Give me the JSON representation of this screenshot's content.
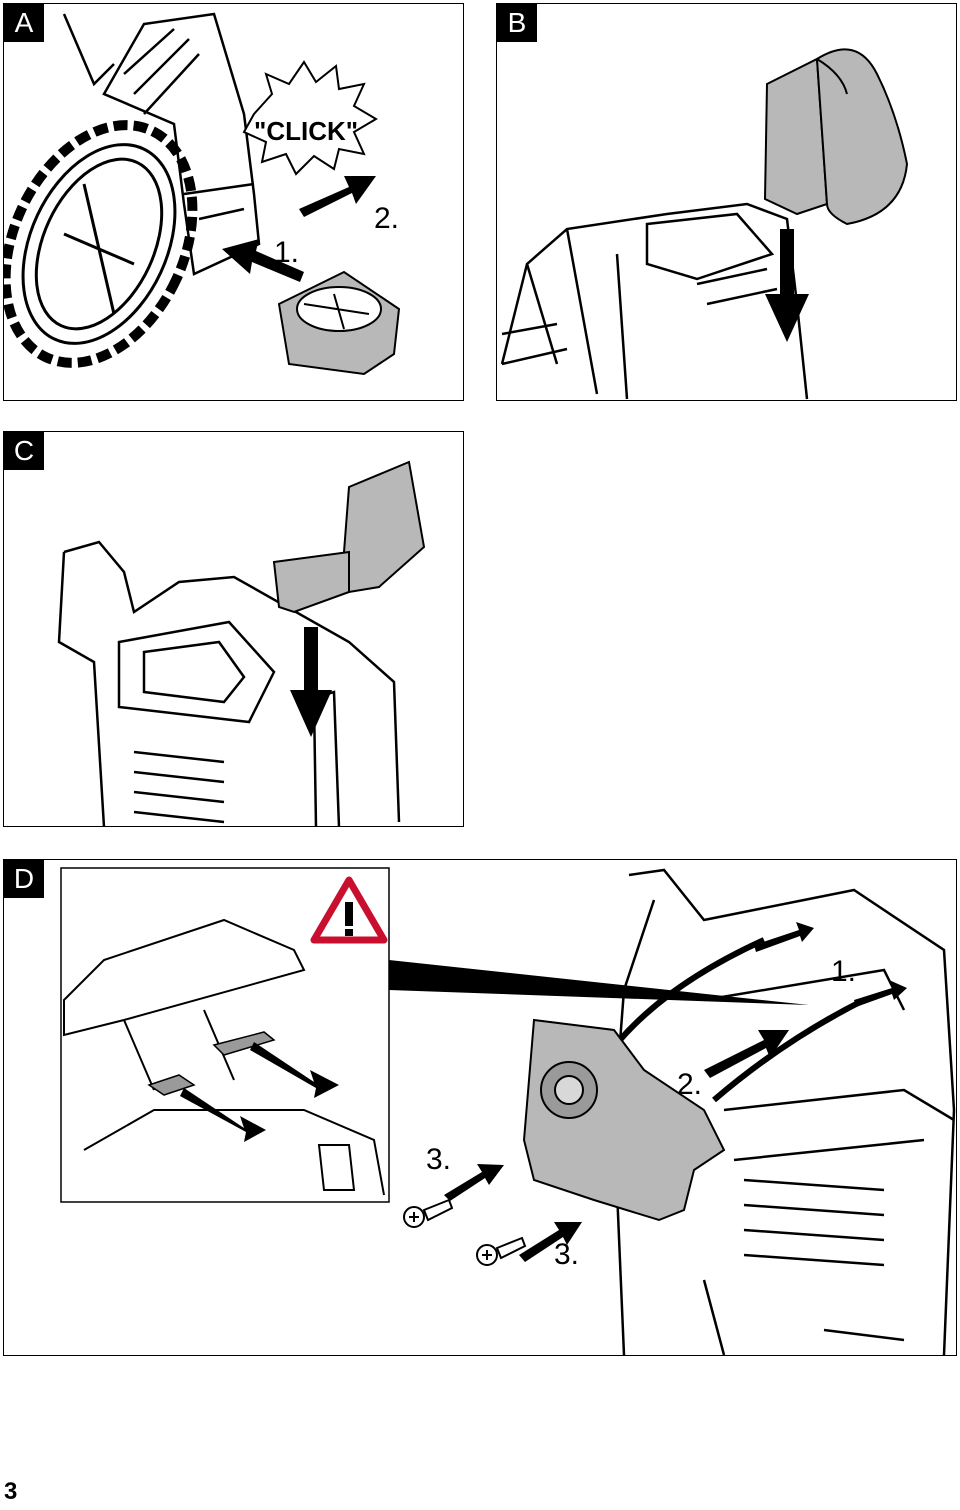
{
  "page_number": "3",
  "panels": {
    "a": {
      "tag": "A",
      "click_text": "\"CLICK\"",
      "step1": "1.",
      "step2": "2."
    },
    "b": {
      "tag": "B"
    },
    "c": {
      "tag": "C"
    },
    "d": {
      "tag": "D",
      "step1": "1.",
      "step2": "2.",
      "step3a": "3.",
      "step3b": "3."
    }
  },
  "colors": {
    "ink": "#000000",
    "fill_gray": "#b8b8b8",
    "warning_red": "#c8102e"
  },
  "icons": {
    "warning": "warning-triangle-icon"
  }
}
